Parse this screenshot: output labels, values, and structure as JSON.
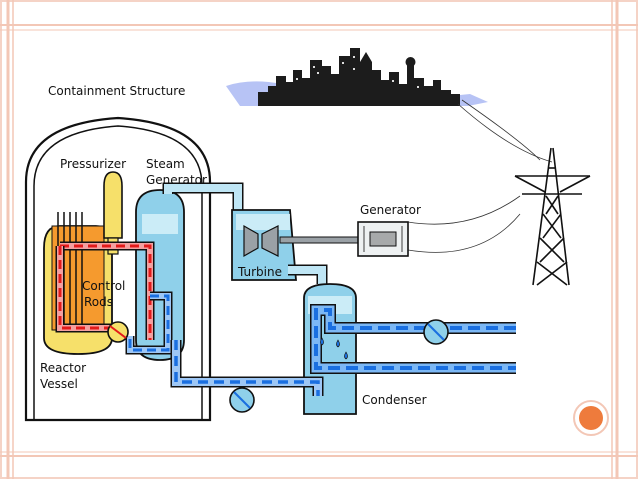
{
  "labels": {
    "containment": "Containment Structure",
    "pressurizer": "Pressurizer",
    "steam_generator_line1": "Steam",
    "steam_generator_line2": "Generator",
    "generator": "Generator",
    "turbine": "Turbine",
    "control_rods_line1": "Control",
    "control_rods_line2": "Rods",
    "reactor_vessel_line1": "Reactor",
    "reactor_vessel_line2": "Vessel",
    "condenser": "Condenser"
  },
  "colors": {
    "frame_border": "#f3c7b6",
    "accent_circle": "#ee7b3c",
    "water": "#8fd0ea",
    "cold_flow": "#1a6fe0",
    "hot_flow": "#e31a1a",
    "core_fill": "#f6c23c",
    "city": "#1c1c1c"
  }
}
